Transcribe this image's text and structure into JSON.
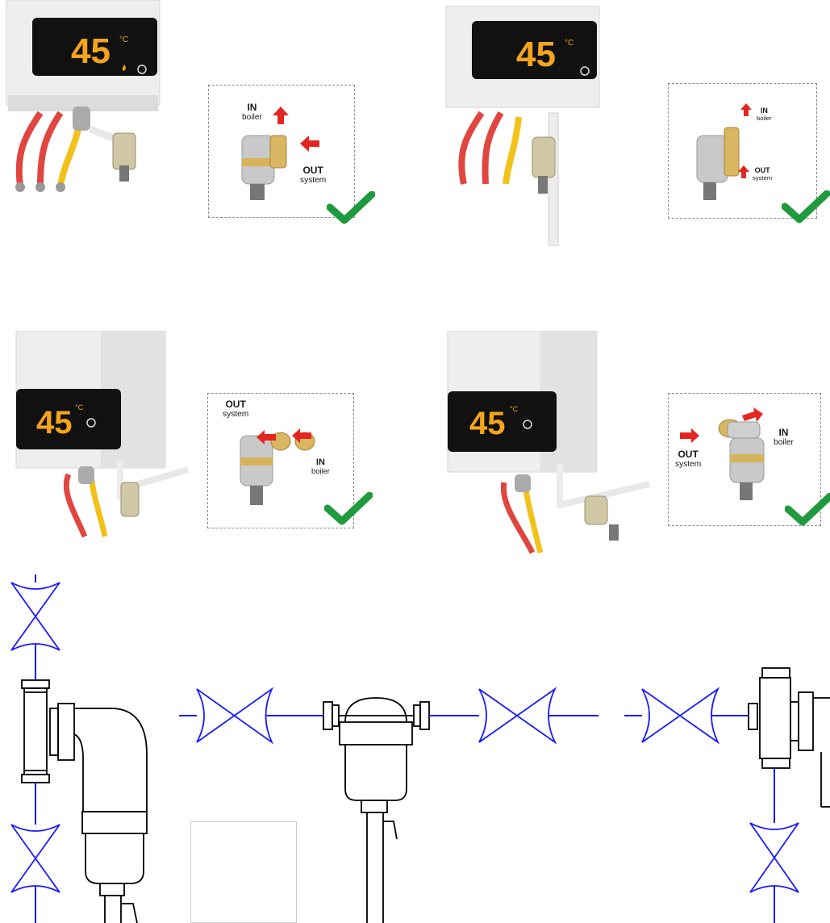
{
  "display_value": "45",
  "unit": "°C",
  "panels": [
    {
      "in_label": "IN",
      "in_sub": "boiler",
      "out_label": "OUT",
      "out_sub": "system",
      "status": "correct"
    },
    {
      "in_label": "IN",
      "in_sub": "boiler",
      "out_label": "OUT",
      "out_sub": "system",
      "status": "correct"
    },
    {
      "in_label": "IN",
      "in_sub": "boiler",
      "out_label": "OUT",
      "out_sub": "system",
      "status": "correct"
    },
    {
      "in_label": "IN",
      "in_sub": "boiler",
      "out_label": "OUT",
      "out_sub": "system",
      "status": "correct"
    }
  ],
  "colors": {
    "red_pipe": "#e0463f",
    "yellow_pipe": "#f2c21b",
    "arrow": "#e32620",
    "check": "#1f9a3e",
    "display_digits": "#f5a51b",
    "schematic_line": "#1a1aff"
  },
  "icons": [
    "check-icon",
    "arrow-icon",
    "valve-symbol",
    "filter-symbol",
    "power-icon",
    "flame-icon"
  ]
}
